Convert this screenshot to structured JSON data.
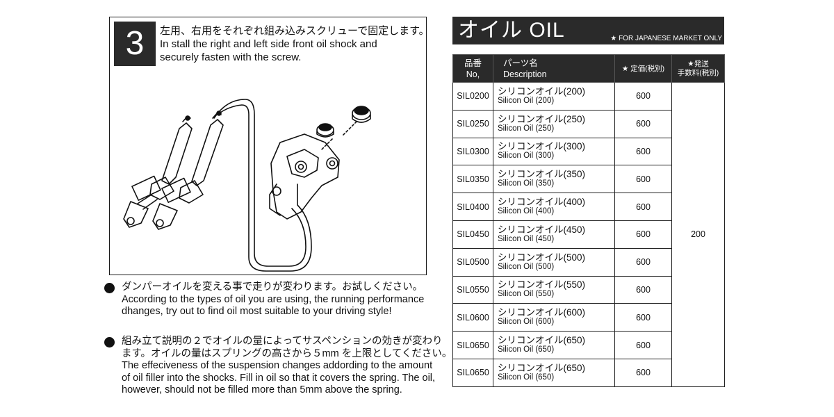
{
  "step": {
    "number": "3",
    "text_jp": "左用、右用をそれぞれ組み込みスクリューで固定します。",
    "text_en_1": "In stall the right and left side front oil shock and",
    "text_en_2": "securely fasten with the screw."
  },
  "notes": [
    {
      "lines": [
        "ダンパーオイルを変える事で走りが変わります。お試しください。",
        "According to the types of oil you are using, the  running performance",
        "dhanges, try out to find oil most suitable to your driving style!"
      ]
    },
    {
      "lines": [
        "組み立て説明の２でオイルの量によってサスペンションの効きが変わり",
        "ます。オイルの量はスプリングの高さから５mm を上限としてください。",
        "The effeciveness of the suspension changes addording to the amount",
        "of oil filler into the shocks. Fill in oil so that it covers the spring. The oil,",
        "however, should not be filled more than 5mm above the  spring."
      ]
    }
  ],
  "oil": {
    "title": "オイル  OIL",
    "market_note": "★ FOR JAPANESE MARKET ONLY",
    "headers": {
      "code_jp": "品番",
      "code_en": "No,",
      "desc_jp": "パーツ名",
      "desc_en": "Description",
      "price": "★ 定価(税別)",
      "ship_1": "★発送",
      "ship_2": "手数料",
      "ship_3": "(税別)"
    },
    "rows": [
      {
        "code": "SIL0200",
        "jp": "シリコンオイル(200)",
        "en": "Silicon Oil (200)",
        "price": "600"
      },
      {
        "code": "SIL0250",
        "jp": "シリコンオイル(250)",
        "en": "Silicon Oil (250)",
        "price": "600"
      },
      {
        "code": "SIL0300",
        "jp": "シリコンオイル(300)",
        "en": "Silicon Oil (300)",
        "price": "600"
      },
      {
        "code": "SIL0350",
        "jp": "シリコンオイル(350)",
        "en": "Silicon Oil (350)",
        "price": "600"
      },
      {
        "code": "SIL0400",
        "jp": "シリコンオイル(400)",
        "en": "Silicon Oil (400)",
        "price": "600"
      },
      {
        "code": "SIL0450",
        "jp": "シリコンオイル(450)",
        "en": "Silicon Oil (450)",
        "price": "600"
      },
      {
        "code": "SIL0500",
        "jp": "シリコンオイル(500)",
        "en": "Silicon Oil (500)",
        "price": "600"
      },
      {
        "code": "SIL0550",
        "jp": "シリコンオイル(550)",
        "en": "Silicon Oil (550)",
        "price": "600"
      },
      {
        "code": "SIL0600",
        "jp": "シリコンオイル(600)",
        "en": "Silicon Oil (600)",
        "price": "600"
      },
      {
        "code": "SIL0650",
        "jp": "シリコンオイル(650)",
        "en": "Silicon Oil (650)",
        "price": "600"
      },
      {
        "code": "SIL0650",
        "jp": "シリコンオイル(650)",
        "en": "Silicon Oil (650)",
        "price": "600"
      }
    ],
    "shipping_fee": "200"
  }
}
